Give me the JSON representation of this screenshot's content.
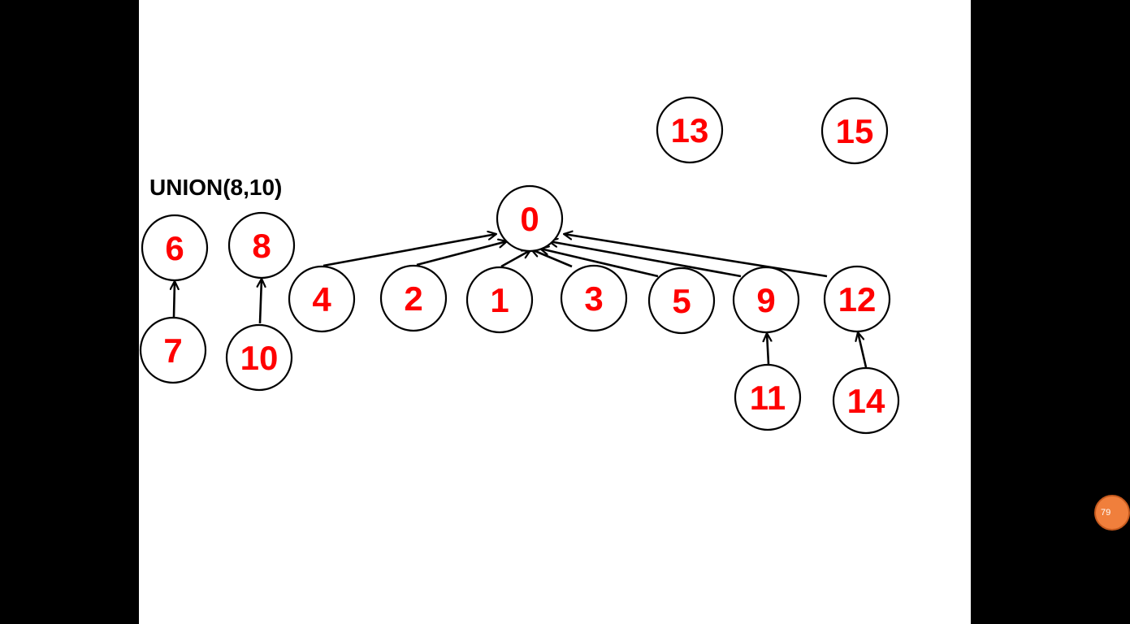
{
  "slide": {
    "operation_label": "UNION(8,10)"
  },
  "colors": {
    "node_label": "#ff0000",
    "node_stroke": "#000000",
    "edge": "#000000",
    "slide_background": "#ffffff",
    "letterbox": "#000000",
    "badge": "#f07f3c"
  },
  "nodes": [
    {
      "id": "0",
      "label": "0"
    },
    {
      "id": "1",
      "label": "1"
    },
    {
      "id": "2",
      "label": "2"
    },
    {
      "id": "3",
      "label": "3"
    },
    {
      "id": "4",
      "label": "4"
    },
    {
      "id": "5",
      "label": "5"
    },
    {
      "id": "6",
      "label": "6"
    },
    {
      "id": "7",
      "label": "7"
    },
    {
      "id": "8",
      "label": "8"
    },
    {
      "id": "9",
      "label": "9"
    },
    {
      "id": "10",
      "label": "10"
    },
    {
      "id": "11",
      "label": "11"
    },
    {
      "id": "12",
      "label": "12"
    },
    {
      "id": "13",
      "label": "13"
    },
    {
      "id": "14",
      "label": "14"
    },
    {
      "id": "15",
      "label": "15"
    }
  ],
  "edges": [
    {
      "from": "4",
      "to": "0"
    },
    {
      "from": "2",
      "to": "0"
    },
    {
      "from": "1",
      "to": "0"
    },
    {
      "from": "3",
      "to": "0"
    },
    {
      "from": "5",
      "to": "0"
    },
    {
      "from": "9",
      "to": "0"
    },
    {
      "from": "12",
      "to": "0"
    },
    {
      "from": "7",
      "to": "6"
    },
    {
      "from": "10",
      "to": "8"
    },
    {
      "from": "11",
      "to": "9"
    },
    {
      "from": "14",
      "to": "12"
    }
  ],
  "page_badge": {
    "text": "79"
  }
}
